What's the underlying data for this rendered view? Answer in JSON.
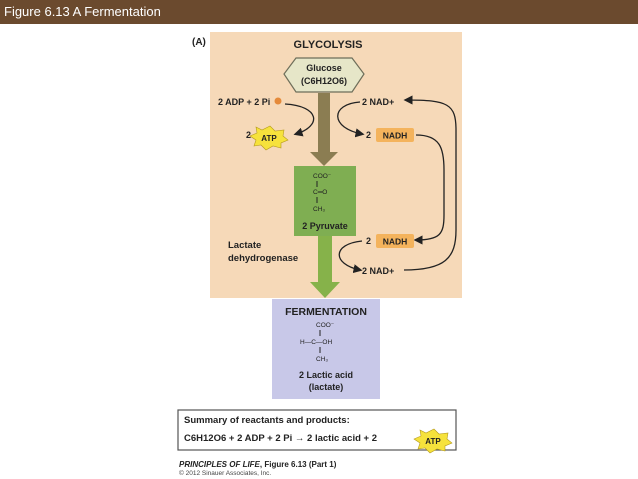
{
  "header": {
    "title": "Figure 6.13 A  Fermentation"
  },
  "diagram": {
    "panel_label": "(A)",
    "glycolysis_title": "GLYCOLYSIS",
    "glucose_name": "Glucose",
    "glucose_formula": "(C6H12O6)",
    "adp_label": "2 ADP + 2 Pi",
    "atp_label": "2",
    "atp_badge": "ATP",
    "nad_top_label": "2 NAD+",
    "nadh_top_label": "2",
    "nadh_badge": "NADH",
    "pyruvate_coo": "COO⁻",
    "pyruvate_co": "C═O",
    "pyruvate_ch3": "CH₃",
    "pyruvate_label": "2 Pyruvate",
    "nadh_bottom_label": "2",
    "enzyme_line1": "Lactate",
    "enzyme_line2": "dehydrogenase",
    "nad_bottom_label": "2 NAD+",
    "fermentation_title": "FERMENTATION",
    "lactate_coo": "COO⁻",
    "lactate_mid": "H—C—OH",
    "lactate_ch3": "CH₃",
    "lactic_line1": "2 Lactic acid",
    "lactic_line2": "(lactate)"
  },
  "summary": {
    "title": "Summary of reactants and products:",
    "equation": "C6H12O6 + 2 ADP + 2 Pi → 2 lactic acid + 2",
    "atp_badge": "ATP"
  },
  "footer": {
    "book": "PRINCIPLES OF LIFE",
    "figure": ", Figure 6.13 (Part 1)",
    "copyright": "© 2012 Sinauer Associates, Inc."
  },
  "colors": {
    "title_bar": "#6b4a2e",
    "glycolysis_bg": "#f6d9b8",
    "pyruvate_box": "#7fae52",
    "fermentation_box": "#c8c8e8",
    "arrow_brown": "#8b7d52",
    "arrow_green": "#86b24a",
    "nadh_badge": "#f4b35c",
    "atp_badge": "#f6e23c"
  }
}
